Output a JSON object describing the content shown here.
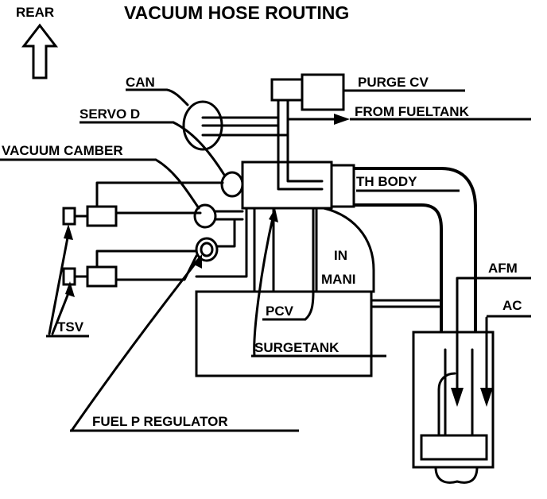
{
  "title": "VACUUM HOSE ROUTING",
  "rear": "REAR",
  "labels": {
    "can": "CAN",
    "purge_cv": "PURGE CV",
    "from_fueltank": "FROM FUELTANK",
    "servo_d": "SERVO D",
    "vacuum_camber": "VACUUM CAMBER",
    "th_body": "TH BODY",
    "in": "IN",
    "mani": "MANI",
    "afm": "AFM",
    "ac": "AC",
    "pcv": "PCV",
    "tsv": "TSV",
    "surgetank": "SURGETANK",
    "fuel_p_regulator": "FUEL P REGULATOR"
  }
}
